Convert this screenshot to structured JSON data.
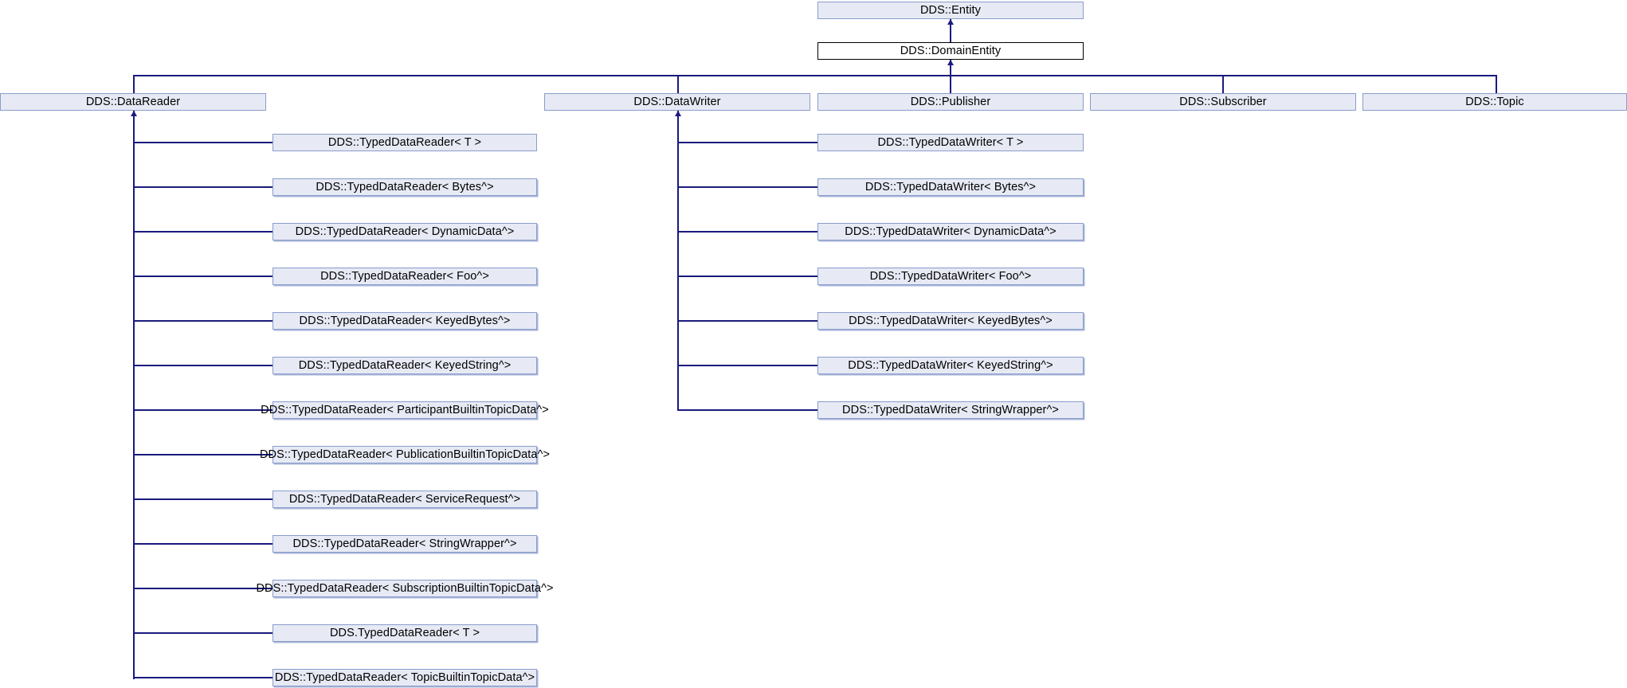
{
  "diagram": {
    "title": "DDS::DomainEntity inheritance diagram",
    "colors": {
      "node_fill": "#e7eaf4",
      "node_border": "#8a9ccc",
      "current_fill": "#ffffff",
      "current_border": "#000000",
      "edge": "#1a1a7e",
      "background": "#ffffff"
    }
  },
  "root": {
    "label": "DDS::Entity"
  },
  "current": {
    "label": "DDS::DomainEntity"
  },
  "level2": [
    {
      "label": "DDS::DataReader"
    },
    {
      "label": "DDS::DataWriter"
    },
    {
      "label": "DDS::Publisher"
    },
    {
      "label": "DDS::Subscriber"
    },
    {
      "label": "DDS::Topic"
    }
  ],
  "datareader_children": [
    {
      "label": "DDS::TypedDataReader< T >"
    },
    {
      "label": "DDS::TypedDataReader< Bytes^>"
    },
    {
      "label": "DDS::TypedDataReader< DynamicData^>"
    },
    {
      "label": "DDS::TypedDataReader< Foo^>"
    },
    {
      "label": "DDS::TypedDataReader< KeyedBytes^>"
    },
    {
      "label": "DDS::TypedDataReader< KeyedString^>"
    },
    {
      "label": "DDS::TypedDataReader< ParticipantBuiltinTopicData^>"
    },
    {
      "label": "DDS::TypedDataReader< PublicationBuiltinTopicData^>"
    },
    {
      "label": "DDS::TypedDataReader< ServiceRequest^>"
    },
    {
      "label": "DDS::TypedDataReader< StringWrapper^>"
    },
    {
      "label": "DDS::TypedDataReader< SubscriptionBuiltinTopicData^>"
    },
    {
      "label": "DDS.TypedDataReader< T >"
    },
    {
      "label": "DDS::TypedDataReader< TopicBuiltinTopicData^>"
    }
  ],
  "datawriter_children": [
    {
      "label": "DDS::TypedDataWriter< T >"
    },
    {
      "label": "DDS::TypedDataWriter< Bytes^>"
    },
    {
      "label": "DDS::TypedDataWriter< DynamicData^>"
    },
    {
      "label": "DDS::TypedDataWriter< Foo^>"
    },
    {
      "label": "DDS::TypedDataWriter< KeyedBytes^>"
    },
    {
      "label": "DDS::TypedDataWriter< KeyedString^>"
    },
    {
      "label": "DDS::TypedDataWriter< StringWrapper^>"
    }
  ]
}
